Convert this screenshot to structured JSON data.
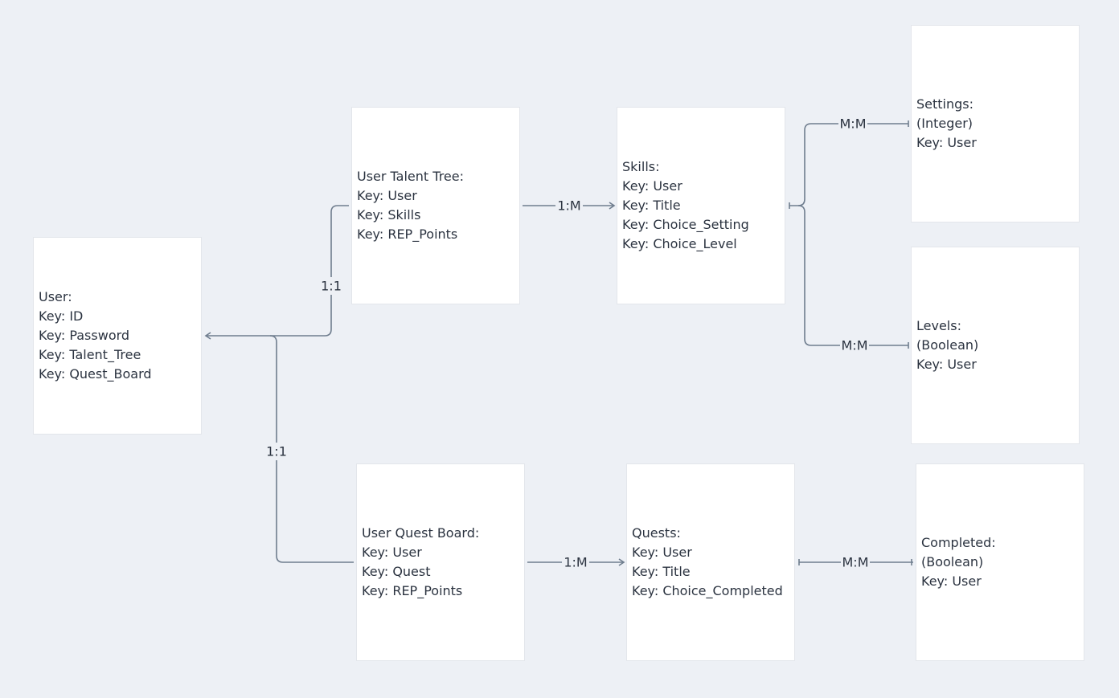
{
  "entities": {
    "user": [
      "User:",
      "Key: ID",
      "Key: Password",
      "Key: Talent_Tree",
      "Key: Quest_Board"
    ],
    "talent_tree": [
      "User Talent Tree:",
      "Key: User",
      "Key: Skills",
      "Key: REP_Points"
    ],
    "skills": [
      "Skills:",
      "Key: User",
      "Key: Title",
      "Key: Choice_Setting",
      "Key: Choice_Level"
    ],
    "settings": [
      "Settings:",
      "(Integer)",
      "Key: User"
    ],
    "levels": [
      "Levels:",
      "(Boolean)",
      "Key: User"
    ],
    "quest_board": [
      "User Quest Board:",
      "Key: User",
      "Key: Quest",
      "Key: REP_Points"
    ],
    "quests": [
      "Quests:",
      "Key: User",
      "Key: Title",
      "Key: Choice_Completed"
    ],
    "completed": [
      "Completed:",
      "(Boolean)",
      "Key: User"
    ]
  },
  "relationships": {
    "user_talent_tree": "1:1",
    "user_quest_board": "1:1",
    "talent_tree_skills": "1:M",
    "skills_settings": "M:M",
    "skills_levels": "M:M",
    "quest_board_quests": "1:M",
    "quests_completed": "M:M"
  },
  "colors": {
    "background": "#edf0f5",
    "node": "#ffffff",
    "edge": "#6f7d8e",
    "text": "#2b3340"
  }
}
